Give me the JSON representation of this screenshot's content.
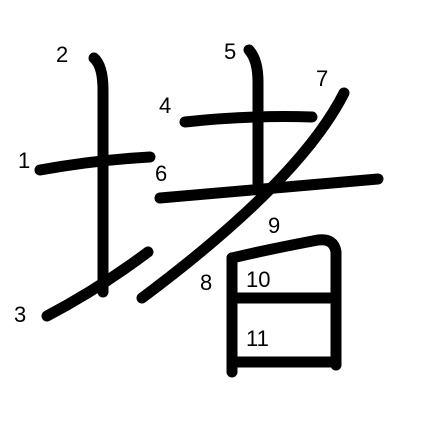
{
  "character": "堵",
  "colors": {
    "background": "#ffffff",
    "stroke": "#000000",
    "label": "#000000"
  },
  "stroke_numbers": [
    "1",
    "2",
    "3",
    "4",
    "5",
    "6",
    "7",
    "8",
    "9",
    "10",
    "11"
  ]
}
